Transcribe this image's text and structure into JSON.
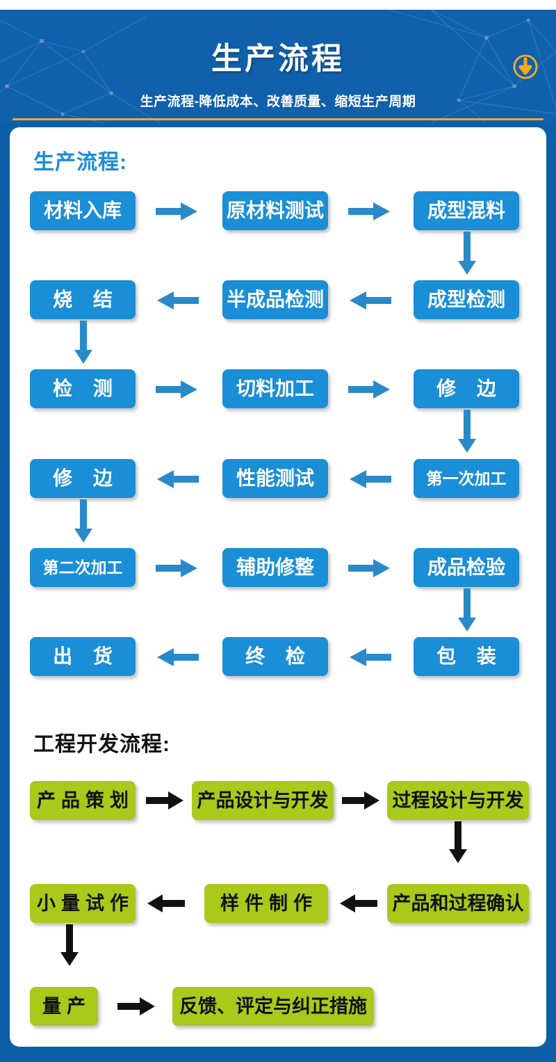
{
  "header": {
    "title": "生产流程",
    "subtitle": "生产流程-降低成本、改善质量、缩短生产周期",
    "download_icon": "arrow-down-circle-icon",
    "accent_rule_color": "#f0a82a",
    "background_color": "#1060ab"
  },
  "sections": [
    {
      "id": "production",
      "title": "生产流程:",
      "title_color": "#1a8fd8",
      "node_color": "#1a8ed6",
      "node_text_color": "#ffffff",
      "arrow_color": "#2a8ac9",
      "rows": [
        {
          "direction": "right",
          "nodes": [
            "材料入库",
            "原材料测试",
            "成型混料"
          ]
        },
        {
          "direction": "left",
          "nodes": [
            "烧 结",
            "半成品检测",
            "成型检测"
          ]
        },
        {
          "direction": "right",
          "nodes": [
            "检 测",
            "切料加工",
            "修 边"
          ]
        },
        {
          "direction": "left",
          "nodes": [
            "修 边",
            "性能测试",
            "第一次加工"
          ]
        },
        {
          "direction": "right",
          "nodes": [
            "第二次加工",
            "辅助修整",
            "成品检验"
          ]
        },
        {
          "direction": "left",
          "nodes": [
            "出 货",
            "终 检",
            "包 装"
          ]
        }
      ],
      "vertical_links": [
        {
          "from": "成型混料",
          "to": "成型检测",
          "column": "right"
        },
        {
          "from": "烧 结",
          "to": "检 测",
          "column": "left"
        },
        {
          "from": "修 边",
          "to": "第一次加工",
          "column": "right"
        },
        {
          "from": "修 边",
          "to": "第二次加工",
          "column": "left"
        },
        {
          "from": "成品检验",
          "to": "包 装",
          "column": "right"
        }
      ]
    },
    {
      "id": "engineering",
      "title": "工程开发流程:",
      "title_color": "#111111",
      "node_color": "#a9c91b",
      "node_text_color": "#111111",
      "arrow_color": "#111111",
      "rows": [
        {
          "direction": "right",
          "nodes": [
            "产品策划",
            "产品设计与开发",
            "过程设计与开发"
          ]
        },
        {
          "direction": "left",
          "nodes": [
            "小量试作",
            "样件制作",
            "产品和过程确认"
          ]
        },
        {
          "direction": "right",
          "nodes": [
            "量产",
            "反馈、评定与纠正措施"
          ]
        }
      ],
      "vertical_links": [
        {
          "from": "过程设计与开发",
          "to": "产品和过程确认",
          "column": "right"
        },
        {
          "from": "小量试作",
          "to": "量产",
          "column": "left"
        }
      ]
    }
  ]
}
